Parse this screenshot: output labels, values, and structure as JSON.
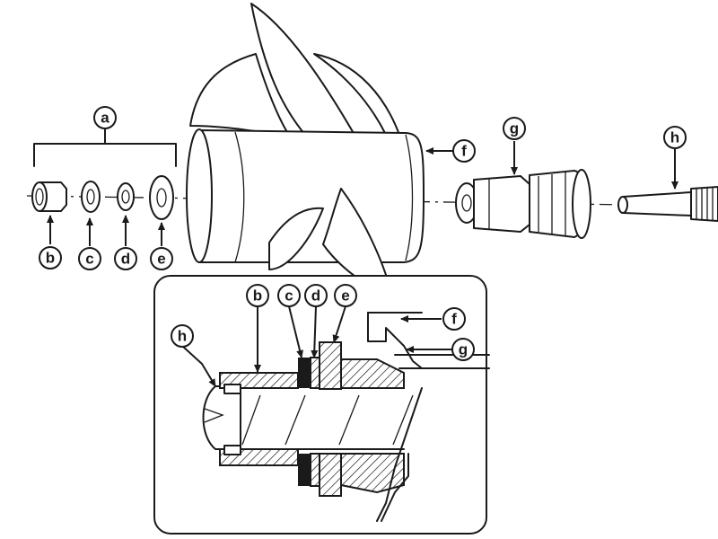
{
  "callouts": {
    "a": "a",
    "b": "b",
    "c": "c",
    "d": "d",
    "e": "e",
    "f": "f",
    "g": "g",
    "h": "h"
  },
  "detail_callouts": {
    "b": "b",
    "c": "c",
    "d": "d",
    "e": "e",
    "f": "f",
    "g": "g",
    "h": "h"
  },
  "colors": {
    "ink": "#1a1a1a",
    "paper": "#ffffff"
  }
}
